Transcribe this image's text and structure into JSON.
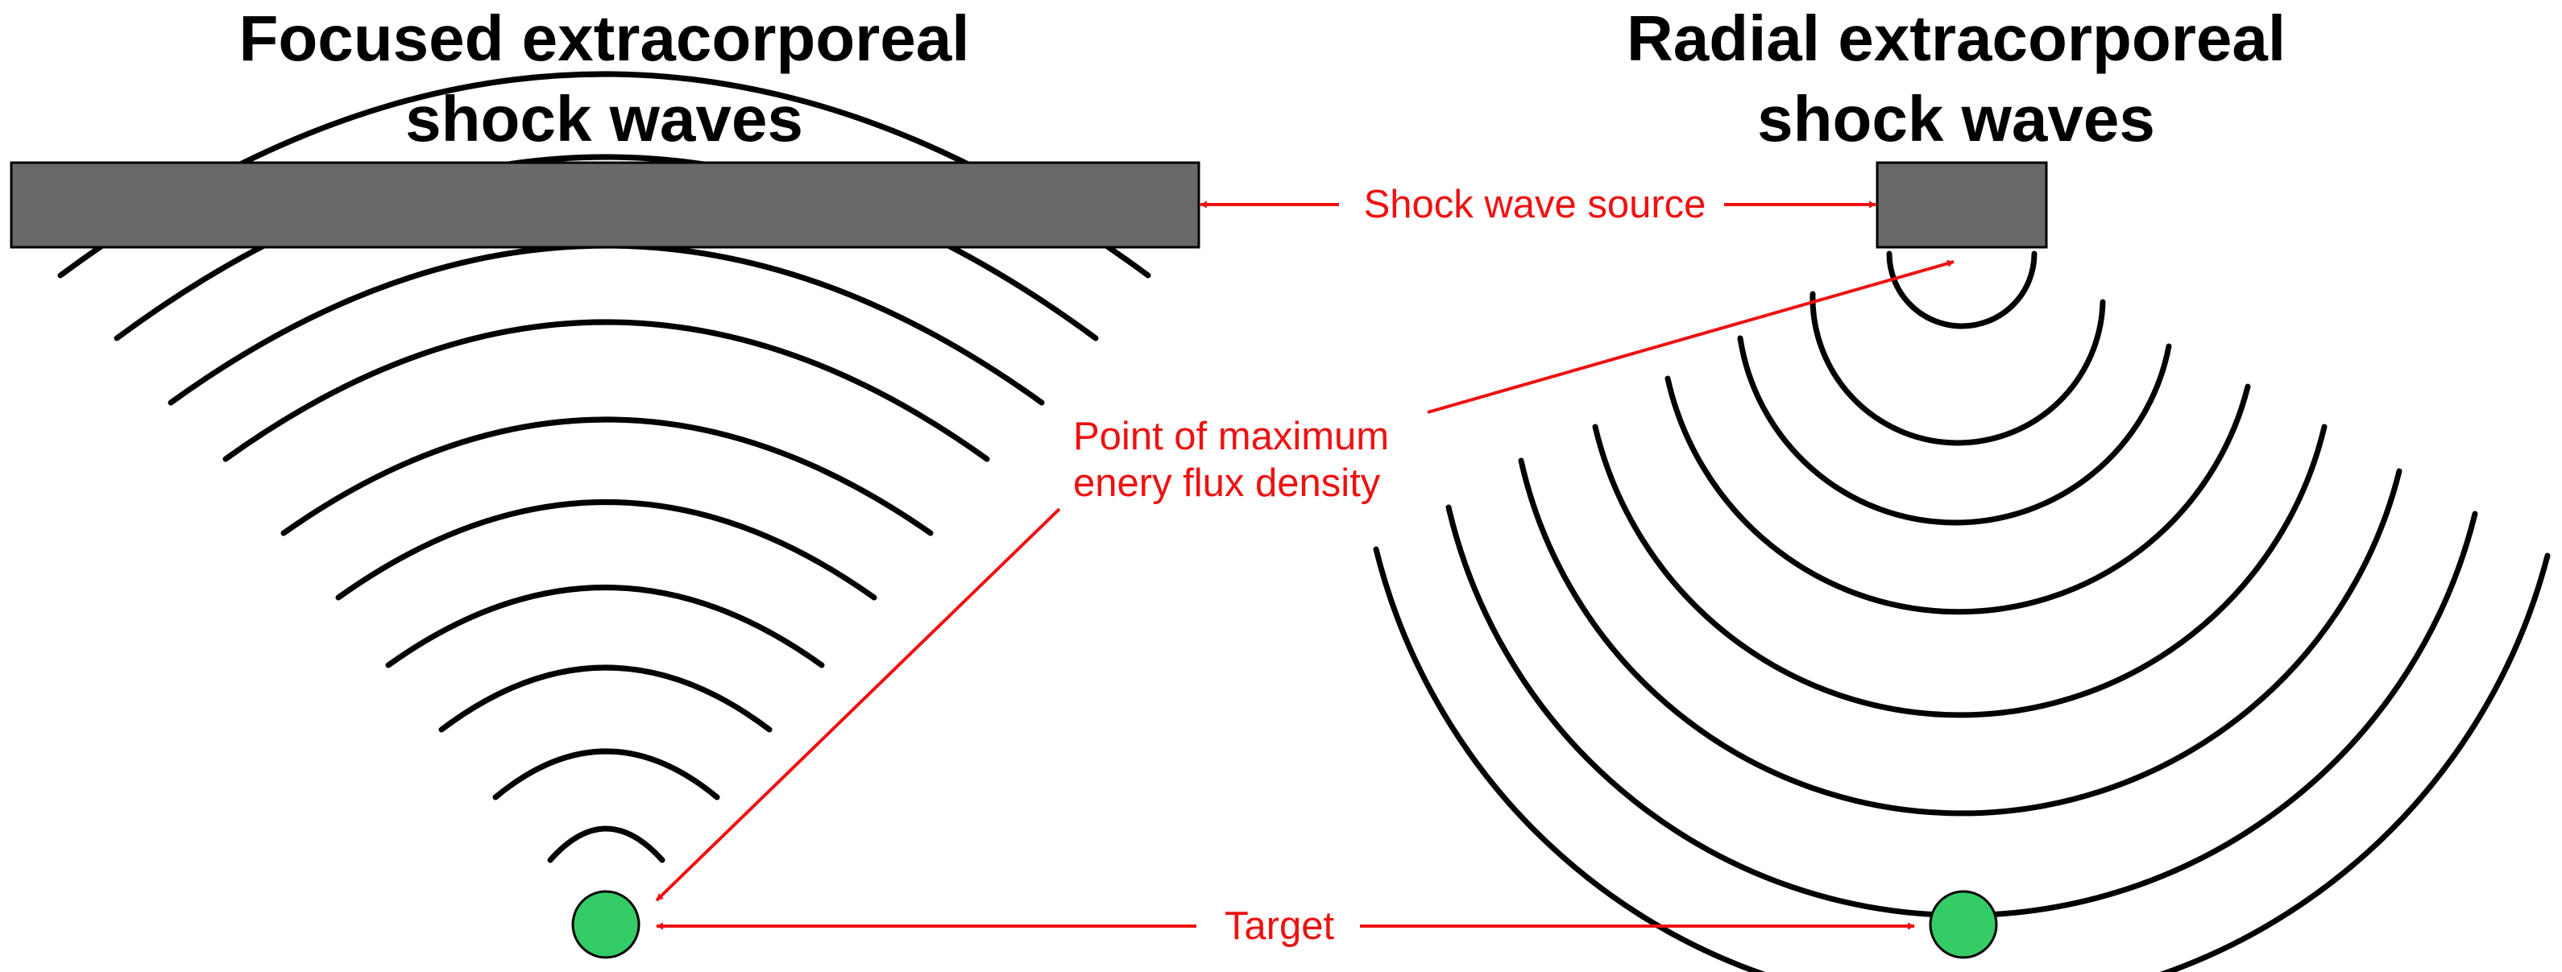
{
  "panels": {
    "focused": {
      "title_line1": "Focused extracorporeal",
      "title_line2": "shock waves"
    },
    "radial": {
      "title_line1": "Radial extracorporeal",
      "title_line2": "shock waves"
    }
  },
  "labels": {
    "source": "Shock wave source",
    "max_point_line1": "Point of maximum",
    "max_point_line2": "enery flux density",
    "target": "Target"
  },
  "colors": {
    "source_fill": "#696969",
    "target_fill": "#33cc66",
    "annotation": "#ee1111",
    "wave": "#000000"
  }
}
